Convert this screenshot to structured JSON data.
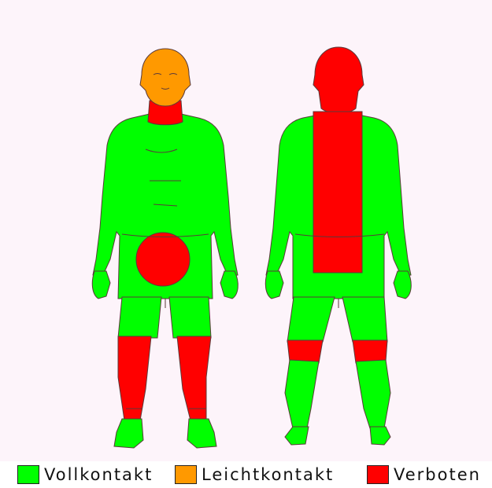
{
  "colors": {
    "full_contact": "#00ff00",
    "light_contact": "#ff9900",
    "forbidden": "#ff0000",
    "outline": "#5a3a3a",
    "background": "#fdf4fa"
  },
  "legend": {
    "items": [
      {
        "label": "Vollkontakt",
        "color": "#00ff00"
      },
      {
        "label": "Leichtkontakt",
        "color": "#ff9900"
      },
      {
        "label": "Verboten",
        "color": "#ff0000"
      }
    ]
  }
}
